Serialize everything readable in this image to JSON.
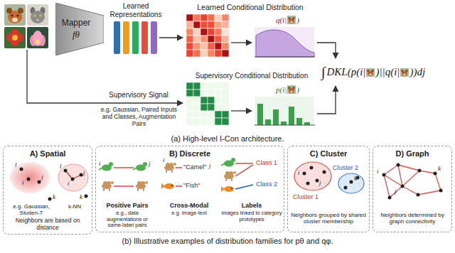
{
  "diagram": {
    "nodes": [
      {
        "text": [
          "Mapper",
          "fθ"
        ]
      },
      {
        "text": [
          "A) Spatial",
          "e.g. Gaussian, Studen-T",
          "k-NN",
          "Neighbors are based on distance"
        ]
      },
      {
        "text": [
          "B) Discrete",
          "Positive Pairs",
          "e.g., data augmentations or same-label pairs",
          "Cross-Modal",
          "e.g. image-text",
          "Labels",
          "images linked to category prototypes"
        ]
      },
      {
        "text": [
          "C) Cluster",
          "Neighbors grouped by shared cluster membership"
        ]
      },
      {
        "text": [
          "D) Graph",
          "Neighbors determined by graph connectivity"
        ]
      }
    ],
    "labels": [
      "Learned Representations",
      "Learned Conditional Distribution",
      "q(i|",
      ")",
      "Supervisory Signal",
      "e.g. Gaussian, Paired Inputs and Classes, Augmentation Pairs",
      "Supervisory Conditional Distribution",
      "p(i|",
      ")",
      "∫",
      "DKL(p(i|",
      ")||q(i|",
      "))dj",
      "(a) High-level I-Con architecture.",
      "l",
      "i",
      "j",
      "k",
      "l",
      "i",
      "j",
      "k",
      "i",
      "j",
      "\"Camel\"",
      "\"Fish\"",
      "i",
      "j",
      "Class 1",
      "Class 2",
      "Cluster 1",
      "Cluster 2",
      "i",
      "j",
      "k",
      "i",
      "j",
      "k",
      "(b) Illustrative examples of distribution families for pθ and qφ."
    ]
  }
}
